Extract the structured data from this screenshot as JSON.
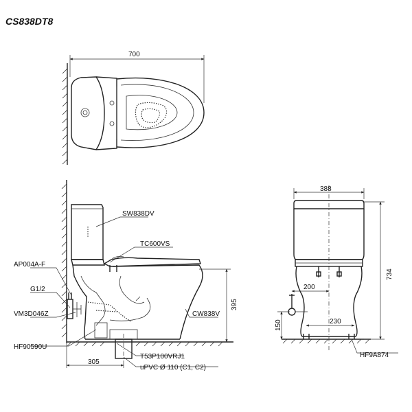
{
  "title": "CS838DT8",
  "dimensions": {
    "top_width": "700",
    "front_width": "388",
    "overall_height": "734",
    "seat_height": "395",
    "rough_in": "305",
    "supply_offset": "200",
    "supply_height": "150",
    "base_width": "230"
  },
  "parts": {
    "tank": "SW838DV",
    "seat": "TC600VS",
    "fill_valve": "AP004A-F",
    "supply_thread": "G1/2",
    "connector": "VM3D046Z",
    "bowl": "CW838V",
    "flange": "HF90590U",
    "outlet": "T53P100VRJ1",
    "pipe": "uPVC Ø 110 (C1, C2)",
    "bolt_kit": "HF9A874"
  }
}
